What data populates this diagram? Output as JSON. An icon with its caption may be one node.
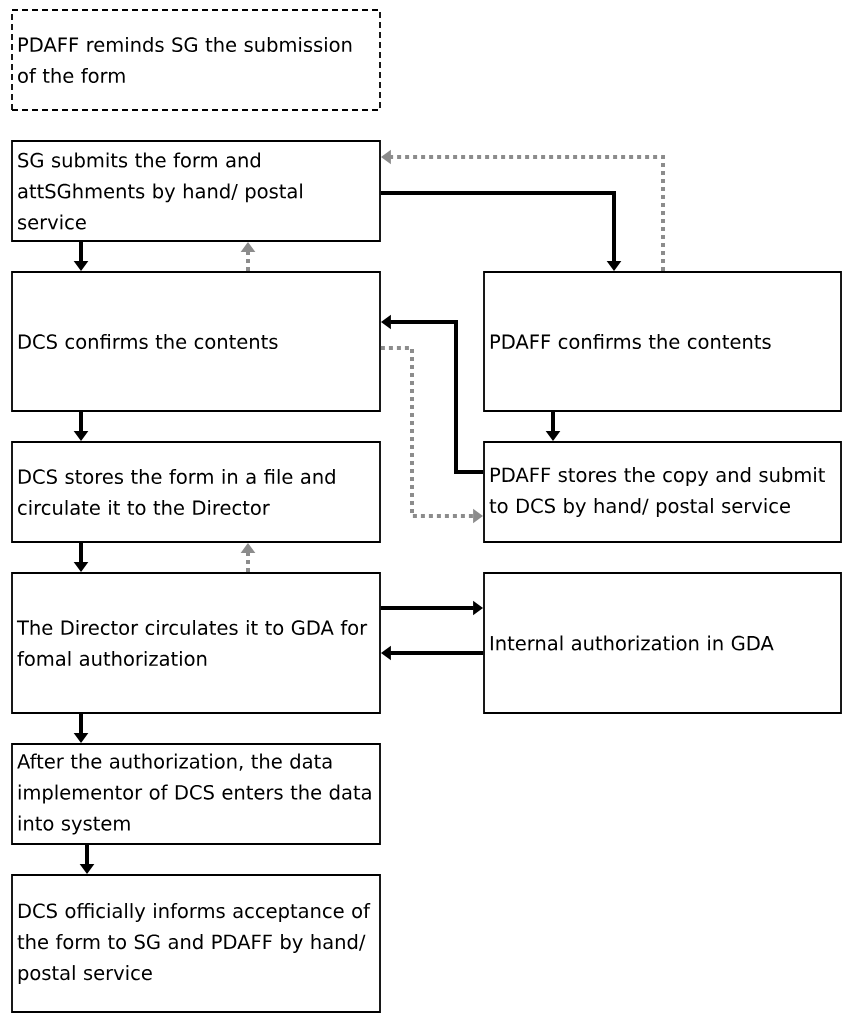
{
  "diagram": {
    "nodes": [
      {
        "text": [
          "PDAFF reminds SG the submission of the form"
        ]
      },
      {
        "text": [
          "SG submits the form and attSGhments by hand/ postal service"
        ]
      },
      {
        "text": [
          "DCS confirms the contents"
        ]
      },
      {
        "text": [
          "PDAFF confirms the contents"
        ]
      },
      {
        "text": [
          "DCS stores the form in a file and circulate it to the Director"
        ]
      },
      {
        "text": [
          "PDAFF stores the copy and submit to DCS by hand/ postal service"
        ]
      },
      {
        "text": [
          "The Director circulates it to GDA for fomal authorization"
        ]
      },
      {
        "text": [
          "Internal authorization in GDA"
        ]
      },
      {
        "text": [
          "After the authorization, the data implementor of DCS enters the data into system"
        ]
      },
      {
        "text": [
          "DCS officially informs acceptance of the form to SG and PDAFF by hand/ postal service"
        ]
      }
    ],
    "edges": [
      {
        "from": 1,
        "to": 2,
        "arrow": "to"
      },
      {
        "from": 2,
        "to": 1,
        "arrow": "to",
        "style": "dashed",
        "color": "#8c8c8c"
      },
      {
        "from": 1,
        "to": 3,
        "arrow": "to"
      },
      {
        "from": 3,
        "to": 1,
        "arrow": "to",
        "style": "dashed",
        "color": "#8c8c8c"
      },
      {
        "from": 5,
        "to": 2,
        "arrow": "to"
      },
      {
        "from": 2,
        "to": 5,
        "arrow": "to",
        "style": "dashed",
        "color": "#8c8c8c"
      },
      {
        "from": 3,
        "to": 5,
        "arrow": "to"
      },
      {
        "from": 2,
        "to": 4,
        "arrow": "to"
      },
      {
        "from": 4,
        "to": 6,
        "arrow": "to"
      },
      {
        "from": 6,
        "to": 4,
        "arrow": "to",
        "style": "dashed",
        "color": "#8c8c8c"
      },
      {
        "from": 6,
        "to": 7,
        "arrow": "to"
      },
      {
        "from": 7,
        "to": 6,
        "arrow": "to"
      },
      {
        "from": 6,
        "to": 8,
        "arrow": "to"
      },
      {
        "from": 8,
        "to": 9,
        "arrow": "to"
      }
    ]
  }
}
